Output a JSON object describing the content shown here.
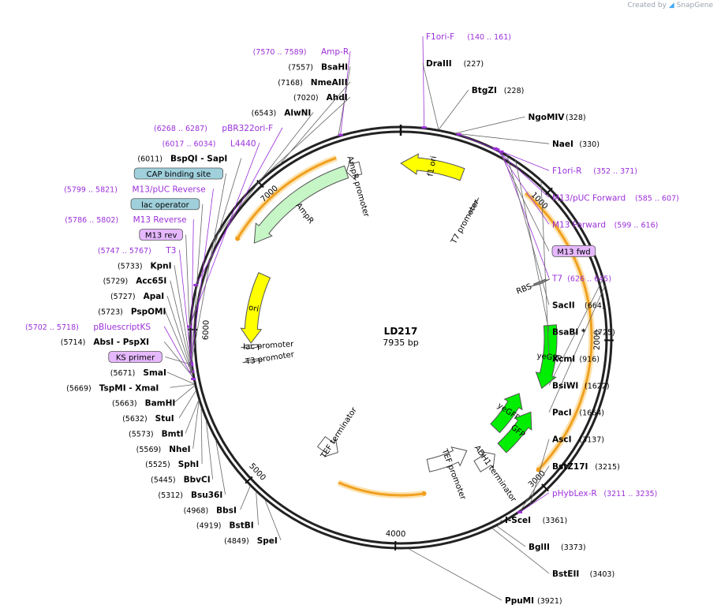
{
  "credit": {
    "prefix": "Created by",
    "brand": "SnapGene"
  },
  "plasmid": {
    "name": "LD217",
    "size": "7935 bp",
    "length": 7935
  },
  "colors": {
    "enzyme": "#000000",
    "primer": "#9b30d9",
    "ring": "#222222",
    "feature_yellow": "#ffff00",
    "feature_green": "#00ee00",
    "feature_light_green": "#c6f5c6",
    "orf_orange": "#f0a020",
    "feature_box_blue": "#9fd0dc",
    "feature_box_purple": "#e6b8ff"
  },
  "scale_ticks": [
    {
      "bp": 1000,
      "label": "1000"
    },
    {
      "bp": 2000,
      "label": "2000"
    },
    {
      "bp": 3000,
      "label": "3000"
    },
    {
      "bp": 4000,
      "label": "4000"
    },
    {
      "bp": 5000,
      "label": "5000"
    },
    {
      "bp": 6000,
      "label": "6000"
    },
    {
      "bp": 7000,
      "label": "7000"
    }
  ],
  "features": [
    {
      "name": "f1 ori",
      "start": 1,
      "end": 456,
      "dir": -1,
      "color": "yellow",
      "track": 0,
      "label_mode": "inside"
    },
    {
      "name": "AmpR",
      "start": 6675,
      "end": 7535,
      "dir": -1,
      "color": "lightgreen",
      "track": 0,
      "label_mode": "below"
    },
    {
      "name": "AmpR promoter",
      "start": 7536,
      "end": 7640,
      "dir": -1,
      "color": "white",
      "track": 0,
      "label_mode": "below"
    },
    {
      "name": "ori",
      "start": 5905,
      "end": 6493,
      "dir": -1,
      "color": "yellow",
      "track": 1,
      "label_mode": "inside"
    },
    {
      "name": "yeGFP",
      "start": 1880,
      "end": 2420,
      "dir": 1,
      "color": "green",
      "track": 1,
      "label_mode": "inside"
    },
    {
      "name": "yeGFP",
      "start": 2540,
      "end": 2950,
      "dir": -1,
      "color": "green",
      "track": 2,
      "label_mode": "inside"
    },
    {
      "name": "GFP",
      "start": 2640,
      "end": 3030,
      "dir": -1,
      "color": "green",
      "track": 1,
      "label_mode": "inside"
    },
    {
      "name": "ADH1 terminator",
      "start": 3110,
      "end": 3290,
      "dir": -1,
      "color": "white",
      "track": 1,
      "label_mode": "above"
    },
    {
      "name": "TEF promoter",
      "start": 3300,
      "end": 3700,
      "dir": -1,
      "color": "white",
      "track": 2,
      "label_mode": "above"
    },
    {
      "name": "TEF terminator",
      "start": 4600,
      "end": 4790,
      "dir": -1,
      "color": "white",
      "track": 2,
      "label_mode": "below"
    },
    {
      "name": "T7 promoter",
      "start": 632,
      "end": 650,
      "dir": 1,
      "color": "white",
      "track": 1,
      "label_mode": "below"
    },
    {
      "name": "RBS",
      "start": 1500,
      "end": 1520,
      "dir": 1,
      "color": "gray",
      "track": 1,
      "label_mode": "below"
    },
    {
      "name": "lac promoter",
      "start": 5860,
      "end": 5890,
      "dir": -1,
      "color": "white",
      "track": 1,
      "label_mode": "below"
    },
    {
      "name": "T3 promoter",
      "start": 5745,
      "end": 5765,
      "dir": -1,
      "color": "white",
      "track": 1,
      "label_mode": "below"
    }
  ],
  "orfs": [
    {
      "start": 6640,
      "end": 7500,
      "track": 0,
      "dir": -1
    },
    {
      "start": 900,
      "end": 2950,
      "track": 0,
      "dir": 1
    },
    {
      "start": 3780,
      "end": 4480,
      "track": 1,
      "dir": -1
    }
  ],
  "right_labels": [
    {
      "type": "primer",
      "name": "F1ori-F",
      "pos": "(140 .. 161)"
    },
    {
      "type": "enzyme",
      "name": "DraIII",
      "pos": "(227)"
    },
    {
      "type": "enzyme",
      "name": "BtgZI",
      "pos": "(228)"
    },
    {
      "type": "enzyme",
      "name": "NgoMIV",
      "pos": "(328)"
    },
    {
      "type": "enzyme",
      "name": "NaeI",
      "pos": "(330)"
    },
    {
      "type": "primer",
      "name": "F1ori-R",
      "pos": "(352 .. 371)"
    },
    {
      "type": "primer",
      "name": "M13/pUC Forward",
      "pos": "(585 .. 607)"
    },
    {
      "type": "primer",
      "name": "M13 Forward",
      "pos": "(599 .. 616)"
    },
    {
      "type": "box",
      "name": "M13 fwd",
      "pos": ""
    },
    {
      "type": "primer",
      "name": "T7",
      "pos": "(626 .. 645)"
    },
    {
      "type": "enzyme",
      "name": "SacII",
      "pos": "(664)"
    },
    {
      "type": "enzyme",
      "name": "BsaBI *",
      "pos": "(725)"
    },
    {
      "type": "enzyme",
      "name": "XcmI",
      "pos": "(916)"
    },
    {
      "type": "enzyme",
      "name": "BsiWI",
      "pos": "(1622)"
    },
    {
      "type": "enzyme",
      "name": "PacI",
      "pos": "(1664)"
    },
    {
      "type": "enzyme",
      "name": "AscI",
      "pos": "(3137)"
    },
    {
      "type": "enzyme",
      "name": "BstZ17I",
      "pos": "(3215)"
    },
    {
      "type": "primer",
      "name": "pHybLex-R",
      "pos": "(3211 .. 3235)"
    },
    {
      "type": "enzyme",
      "name": "I-SceI",
      "pos": "(3361)"
    },
    {
      "type": "enzyme",
      "name": "BglII",
      "pos": "(3373)"
    },
    {
      "type": "enzyme",
      "name": "BstEII",
      "pos": "(3403)"
    },
    {
      "type": "enzyme",
      "name": "PpuMI",
      "pos": "(3921)"
    }
  ],
  "left_labels": [
    {
      "type": "primer",
      "name": "Amp-R",
      "pos": "(7570 .. 7589)"
    },
    {
      "type": "enzyme",
      "name": "BsaHI",
      "pos": "(7557)"
    },
    {
      "type": "enzyme",
      "name": "NmeAIII",
      "pos": "(7168)"
    },
    {
      "type": "enzyme",
      "name": "AhdI",
      "pos": "(7020)"
    },
    {
      "type": "enzyme",
      "name": "AlwNI",
      "pos": "(6543)"
    },
    {
      "type": "primer",
      "name": "pBR322ori-F",
      "pos": "(6268 .. 6287)"
    },
    {
      "type": "primer",
      "name": "L4440",
      "pos": "(6017 .. 6034)"
    },
    {
      "type": "enzyme",
      "name": "BspQI  - SapI",
      "pos": "(6011)"
    },
    {
      "type": "box",
      "name": "CAP binding site",
      "pos": "",
      "color": "blue"
    },
    {
      "type": "primer",
      "name": "M13/pUC Reverse",
      "pos": "(5799 .. 5821)"
    },
    {
      "type": "box",
      "name": "lac operator",
      "pos": "",
      "color": "blue"
    },
    {
      "type": "primer",
      "name": "M13 Reverse",
      "pos": "(5786 .. 5802)"
    },
    {
      "type": "box",
      "name": "M13 rev",
      "pos": "",
      "color": "purple"
    },
    {
      "type": "primer",
      "name": "T3",
      "pos": "(5747 .. 5767)"
    },
    {
      "type": "enzyme",
      "name": "KpnI",
      "pos": "(5733)"
    },
    {
      "type": "enzyme",
      "name": "Acc65I",
      "pos": "(5729)"
    },
    {
      "type": "enzyme",
      "name": "ApaI",
      "pos": "(5727)"
    },
    {
      "type": "enzyme",
      "name": "PspOMI",
      "pos": "(5723)"
    },
    {
      "type": "primer",
      "name": "pBluescriptKS",
      "pos": "(5702 .. 5718)"
    },
    {
      "type": "enzyme",
      "name": "AbsI  - PspXI",
      "pos": "(5714)"
    },
    {
      "type": "box",
      "name": "KS primer",
      "pos": "",
      "color": "purple"
    },
    {
      "type": "enzyme",
      "name": "SmaI",
      "pos": "(5671)"
    },
    {
      "type": "enzyme",
      "name": "TspMI  - XmaI",
      "pos": "(5669)"
    },
    {
      "type": "enzyme",
      "name": "BamHI",
      "pos": "(5663)"
    },
    {
      "type": "enzyme",
      "name": "StuI",
      "pos": "(5632)"
    },
    {
      "type": "enzyme",
      "name": "BmtI",
      "pos": "(5573)"
    },
    {
      "type": "enzyme",
      "name": "NheI",
      "pos": "(5569)"
    },
    {
      "type": "enzyme",
      "name": "SphI",
      "pos": "(5525)"
    },
    {
      "type": "enzyme",
      "name": "BbvCI",
      "pos": "(5445)"
    },
    {
      "type": "enzyme",
      "name": "Bsu36I",
      "pos": "(5312)"
    },
    {
      "type": "enzyme",
      "name": "BbsI",
      "pos": "(4968)"
    },
    {
      "type": "enzyme",
      "name": "BstBI",
      "pos": "(4919)"
    },
    {
      "type": "enzyme",
      "name": "SpeI",
      "pos": "(4849)"
    }
  ]
}
